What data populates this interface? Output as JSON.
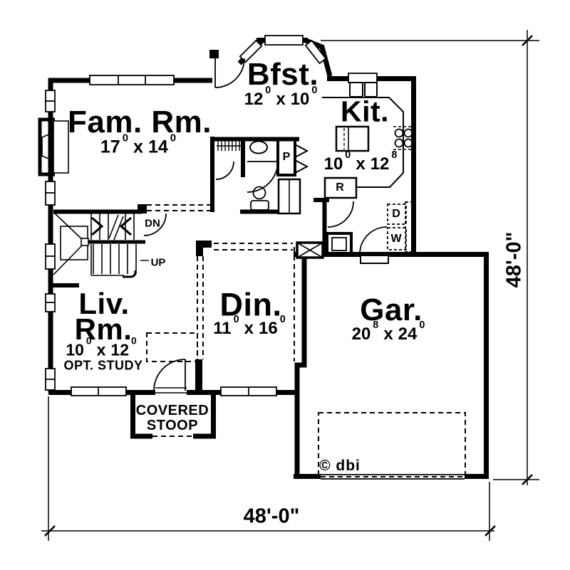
{
  "colors": {
    "ink": "#000000",
    "paper": "#ffffff"
  },
  "rooms": {
    "fam": {
      "name": "Fam. Rm.",
      "dim": {
        "a": "17",
        "as": "0",
        "x": "x",
        "b": "14",
        "bs": "0"
      }
    },
    "bfst": {
      "name": "Bfst.",
      "dim": {
        "a": "12",
        "as": "0",
        "x": "x",
        "b": "10",
        "bs": "0"
      }
    },
    "kit": {
      "name": "Kit.",
      "dim": {
        "a": "10",
        "as": "0",
        "x": "x",
        "b": "12",
        "bs": "8"
      }
    },
    "liv": {
      "name1": "Liv.",
      "name2": "Rm.",
      "dim": {
        "a": "10",
        "as": "0",
        "x": "x",
        "b": "12",
        "bs": "0"
      },
      "note": "OPT. STUDY"
    },
    "din": {
      "name": "Din.",
      "dim": {
        "a": "11",
        "as": "0",
        "x": "x",
        "b": "16",
        "bs": "0"
      }
    },
    "gar": {
      "name": "Gar.",
      "dim": {
        "a": "20",
        "as": "8",
        "x": "x",
        "b": "24",
        "bs": "0"
      }
    },
    "stoop": {
      "name1": "COVERED",
      "name2": "STOOP"
    }
  },
  "fixtures": {
    "pantry": "P",
    "refrigerator": "R",
    "dryer": "D",
    "washer": "W"
  },
  "stairs": {
    "down": "DN",
    "up": "UP"
  },
  "dimensions": {
    "width": "48'-0\"",
    "height": "48'-0\""
  },
  "copyright": "© dbi"
}
